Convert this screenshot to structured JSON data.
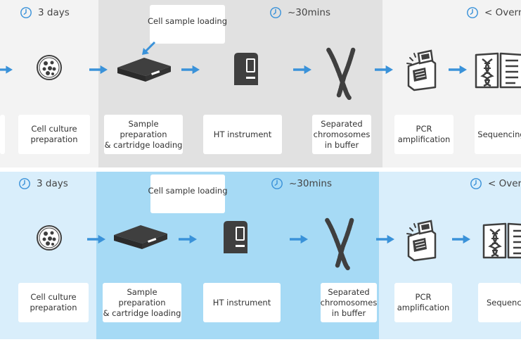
{
  "colors": {
    "top_bg_light": "#f3f3f3",
    "top_bg_mid": "#e1e1e1",
    "bottom_bg_light": "#d9eefb",
    "bottom_bg_mid": "#a6daf5",
    "accent_arrow": "#3a92d9",
    "icon_dark": "#3f3f3f"
  },
  "top": {
    "time_left": "3 days",
    "time_mid": "~30mins",
    "time_right": "< Overnig",
    "callout": "Cell sample loading",
    "steps": [
      "Cell culture\npreparation",
      "Sample preparation\n& cartridge loading",
      "HT instrument",
      "Separated\nchromosomes\nin buffer",
      "PCR\namplification",
      "Sequencing"
    ]
  },
  "bottom": {
    "time_left": "3 days",
    "time_mid": "~30mins",
    "time_right": "< Overni",
    "callout": "Cell sample loading",
    "steps": [
      "Cell culture\npreparation",
      "Sample preparation\n& cartridge loading",
      "HT instrument",
      "Separated\nchromosomes\nin buffer",
      "PCR\namplification",
      "Sequencin"
    ]
  },
  "icons": [
    "clock-icon",
    "petri-dish-icon",
    "cartridge-icon",
    "instrument-icon",
    "chromosome-icon",
    "pcr-machine-icon",
    "book-dna-icon",
    "arrow-icon"
  ]
}
